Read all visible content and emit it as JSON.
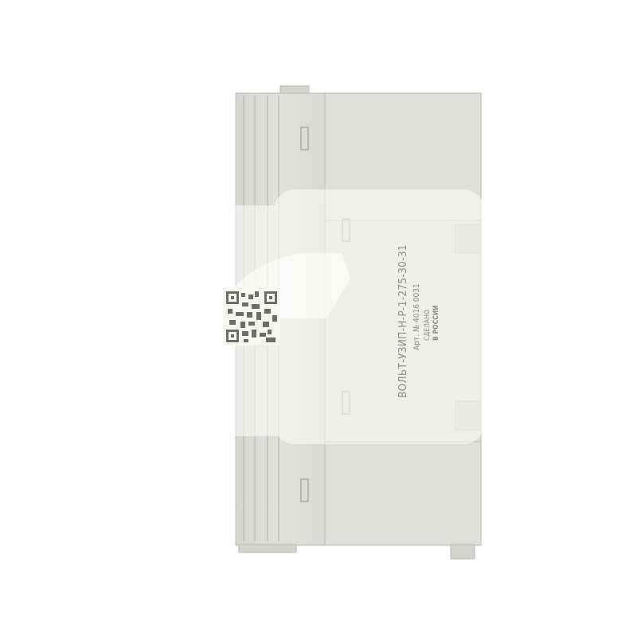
{
  "product_photo": {
    "model_label": "ВОЛЬТ-УЗИП-Н-Р-1-275-30-31",
    "article_label": "Арт. № 4016 0031",
    "origin_line_1": "СДЕЛАНО",
    "origin_line_2": "В РОССИИ",
    "colors": {
      "housing": "#dcddd7",
      "housing_shadow": "#c9cac4",
      "housing_edge": "#b9bbb4",
      "watermark": "#ffffff",
      "label_text": "#8a8c86"
    }
  }
}
